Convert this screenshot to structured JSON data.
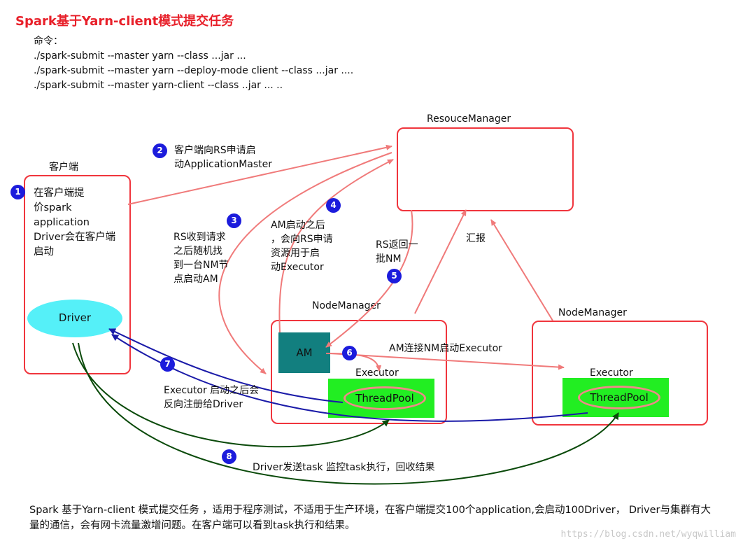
{
  "title": "Spark基于Yarn-client模式提交任务",
  "commands": {
    "label": "命令：",
    "lines": [
      "./spark-submit --master yarn --class ...jar ...",
      "./spark-submit --master yarn --deploy-mode client --class ...jar ....",
      "./spark-submit --master yarn-client --class ..jar ... .."
    ]
  },
  "nodes": {
    "client": {
      "title": "客户端",
      "text": "在客户端提\n价spark\napplication\nDriver会在客户端\n启动",
      "driver": "Driver"
    },
    "resource_manager": {
      "title": "ResouceManager"
    },
    "node_manager_1": {
      "title": "NodeManager",
      "am": "AM",
      "executor": "Executor",
      "threadpool": "ThreadPool"
    },
    "node_manager_2": {
      "title": "NodeManager",
      "executor": "Executor",
      "threadpool": "ThreadPool"
    }
  },
  "steps": [
    {
      "num": "1"
    },
    {
      "num": "2",
      "text": "客户端向RS申请启\n动ApplicationMaster"
    },
    {
      "num": "3",
      "text": "RS收到请求\n之后随机找\n到一台NM节\n点启动AM"
    },
    {
      "num": "4",
      "text": "AM启动之后\n，会向RS申请\n资源用于启\n动Executor"
    },
    {
      "num": "5",
      "text": "RS返回一\n批NM"
    },
    {
      "num": "6",
      "text": "AM连接NM启动Executor"
    },
    {
      "num": "7",
      "text": "Executor 启动之后会\n反向注册给Driver"
    },
    {
      "num": "8",
      "text": "Driver发送task 监控task执行，回收结果"
    }
  ],
  "report_label": "汇报",
  "footer": "Spark 基于Yarn-client 模式提交任务 ，适用于程序测试，不适用于生产环境，在客户端提交100个application,会启动100Driver， Driver与集群有大量的通信，会有网卡流量激增问题。在客户端可以看到task执行和结果。",
  "watermark": "https://blog.csdn.net/wyqwilliam",
  "colors": {
    "title": "#e8202a",
    "box_border": "#f0353d",
    "red_arrow": "#f07a7a",
    "blue_arrow": "#1a1aa8",
    "green_arrow": "#0a4a0a",
    "driver": "#55f0f8",
    "am": "#127f7f",
    "executor_fill": "#22ee22",
    "badge": "#1c1cdc"
  }
}
